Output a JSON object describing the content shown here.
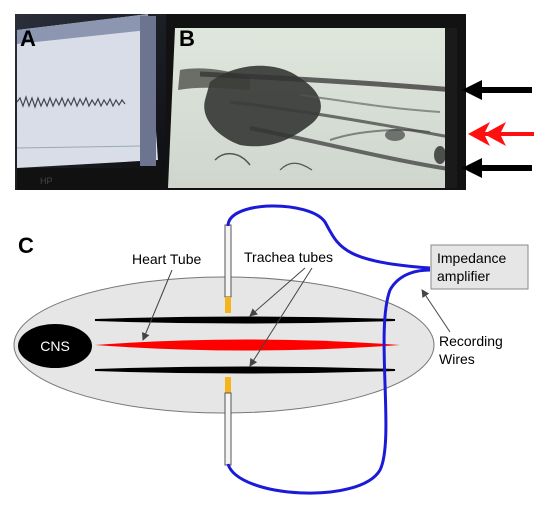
{
  "panels": {
    "a": "A",
    "b": "B",
    "c": "C"
  },
  "diagram": {
    "cns": "CNS",
    "heart_tube": "Heart Tube",
    "trachea_tubes": "Trachea tubes",
    "amplifier_line1": "Impedance",
    "amplifier_line2": "amplifier",
    "recording_line1": "Recording",
    "recording_line2": "Wires"
  },
  "photo_b_arrows": [
    "black",
    "red",
    "black"
  ],
  "colors": {
    "heart": "#ff0000",
    "trachea": "#000000",
    "wire": "#1a1ad8",
    "electrode_tip": "#f5b41a",
    "body_fill": "#e6e6e6",
    "amplifier_fill": "#e6e6e6"
  }
}
